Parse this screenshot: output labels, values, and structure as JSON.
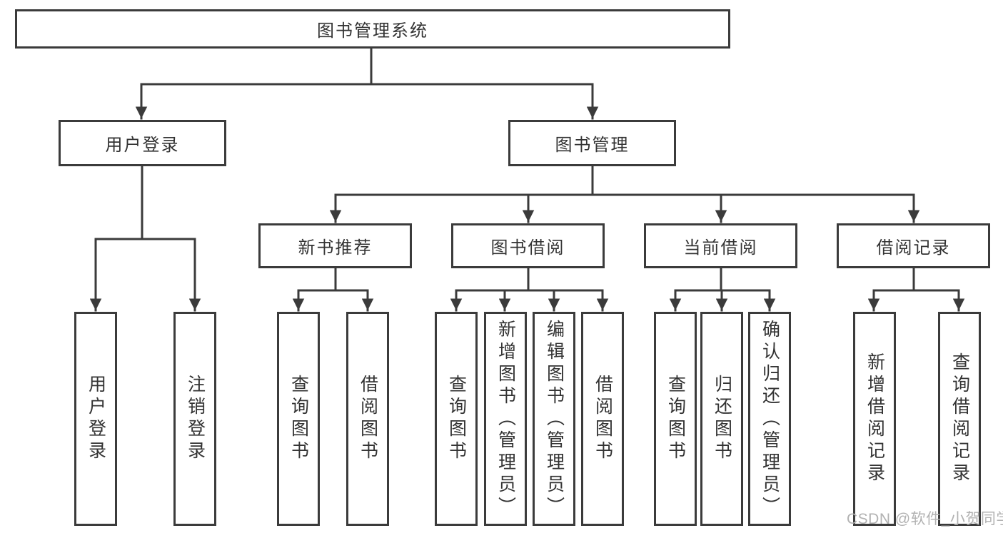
{
  "colors": {
    "line": "#3b3b3b",
    "text": "#333333",
    "watermark": "#b2b2b2",
    "background": "#ffffff"
  },
  "diagram": {
    "root": {
      "label": "图书管理系统"
    },
    "level2": [
      {
        "id": "user-login",
        "label": "用户登录"
      },
      {
        "id": "book-management",
        "label": "图书管理"
      }
    ],
    "level3": [
      {
        "id": "new-book-recommend",
        "label": "新书推荐",
        "parent": "图书管理"
      },
      {
        "id": "book-borrow",
        "label": "图书借阅",
        "parent": "图书管理"
      },
      {
        "id": "current-borrow",
        "label": "当前借阅",
        "parent": "图书管理"
      },
      {
        "id": "borrow-record",
        "label": "借阅记录",
        "parent": "图书管理"
      }
    ],
    "leaves": [
      {
        "label": "用户登录",
        "parent": "用户登录"
      },
      {
        "label": "注销登录",
        "parent": "用户登录"
      },
      {
        "label": "查询图书",
        "parent": "新书推荐"
      },
      {
        "label": "借阅图书",
        "parent": "新书推荐"
      },
      {
        "label": "查询图书",
        "parent": "图书借阅"
      },
      {
        "label": "新增图书（管理员）",
        "parent": "图书借阅"
      },
      {
        "label": "编辑图书（管理员）",
        "parent": "图书借阅"
      },
      {
        "label": "借阅图书",
        "parent": "图书借阅"
      },
      {
        "label": "查询图书",
        "parent": "当前借阅"
      },
      {
        "label": "归还图书",
        "parent": "当前借阅"
      },
      {
        "label": "确认归还（管理员）",
        "parent": "当前借阅"
      },
      {
        "label": "新增借阅记录",
        "parent": "借阅记录"
      },
      {
        "label": "查询借阅记录",
        "parent": "借阅记录"
      }
    ]
  },
  "watermark": {
    "text": "CSDN @软件_小贺同学"
  }
}
